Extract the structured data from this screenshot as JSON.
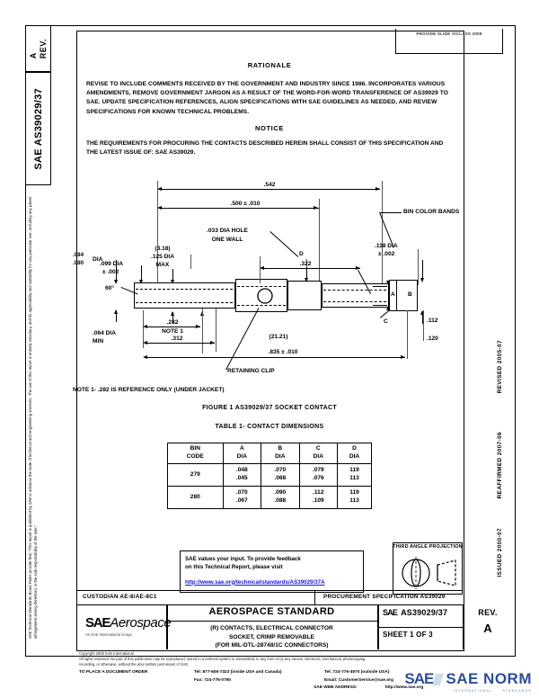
{
  "document": {
    "rev_label": "REV.",
    "rev_value": "A",
    "doc_number_side": "SAE AS39029/37",
    "header_note": "PROVIDE SLIDE VICLASS 2009",
    "left_legal": "SAE Technical Standards Board Rules provide that: “This report is published by SAE to advance the state of technical and engineering sciences. The use of this report is entirely voluntary, and its applicability and suitability for any particular use, including any patent infringement arising therefrom, is the sole responsibility of the user.”",
    "dates": [
      "ISSUED 2000-07",
      "REAFFIRMED 2007-06",
      "REVISED 2005-07"
    ]
  },
  "rationale": {
    "title": "RATIONALE",
    "body": "REVISE TO INCLUDE COMMENTS RECEIVED BY THE GOVERNMENT AND INDUSTRY SINCE 1986. INCORPORATES VARIOUS AMENDMENTS, REMOVE GOVERNMENT JARGON AS A RESULT OF THE WORD-FOR-WORD TRANSFERENCE OF AS39029 TO SAE. UPDATE SPECIFICATION REFERENCES, ALIGN SPECIFICATIONS WITH SAE GUIDELINES AS NEEDED, AND REVIEW SPECIFICATIONS FOR KNOWN TECHNICAL PROBLEMS."
  },
  "notice": {
    "title": "NOTICE",
    "body": "THE REQUIREMENTS FOR PROCURING THE CONTACTS DESCRIBED HEREIN SHALL CONSIST OF THIS SPECIFICATION AND THE LATEST ISSUE OF: SAE AS39029."
  },
  "drawing": {
    "dims": {
      "overall_542": ".542",
      "len_500": ".500 ± .010",
      "hole": ".033 DIA HOLE",
      "hole2": "ONE WALL",
      "metric_318": "(3.18)",
      "dia_125": ".125 DIA",
      "max": "MAX",
      "dia_099": ".099 DIA",
      "tol_002": "± .002",
      "dia_084": ".084",
      "dia_080": ".080",
      "dia_word": "DIA",
      "angle_60": "60°",
      "dia_064": ".064 DIA",
      "min": "MIN",
      "ref_282": ".282",
      "note1": "NOTE 1",
      "ref_312": ".312",
      "metric_2121": "(21.21)",
      "len_835": ".835 ± .010",
      "len_322": ".322",
      "dia_118": ".118 DIA",
      "tol_118": "± .002",
      "dim_112": ".112",
      "dim_120": ".120",
      "letter_A": "A",
      "letter_B": "B",
      "letter_C": "C",
      "letter_D": "D",
      "color_bands": "BIN COLOR BANDS",
      "retaining_clip": "RETAINING CLIP"
    },
    "note": "NOTE 1- .282 IS REFERENCE ONLY (UNDER JACKET)",
    "figure_caption": "FIGURE 1  AS39029/37 SOCKET CONTACT",
    "table_caption": "TABLE 1- CONTACT DIMENSIONS"
  },
  "table": {
    "headers": [
      {
        "l1": "BIN",
        "l2": "CODE"
      },
      {
        "l1": "A",
        "l2": "DIA"
      },
      {
        "l1": "B",
        "l2": "DIA"
      },
      {
        "l1": "C",
        "l2": "DIA"
      },
      {
        "l1": "D",
        "l2": "DIA"
      }
    ],
    "rows": [
      {
        "bin": "279",
        "a_hi": ".048",
        "a_lo": ".045",
        "b_hi": ".070",
        "b_lo": ".068",
        "c_hi": ".079",
        "c_lo": ".076",
        "d_hi": "119",
        "d_lo": "113"
      },
      {
        "bin": "280",
        "a_hi": ".070",
        "a_lo": ".067",
        "b_hi": ".090",
        "b_lo": ".088",
        "c_hi": ".112",
        "c_lo": ".109",
        "d_hi": "119",
        "d_lo": "113"
      }
    ]
  },
  "feedback": {
    "line1": "SAE values your input. To provide feedback",
    "line2": "on this Technical Report, please visit",
    "link": "http://www.sae.org/technical/standards/AS39029/37A"
  },
  "projection": {
    "label": "THIRD ANGLE PROJECTION"
  },
  "footer": {
    "custodian": "CUSTODIAN  AE-8/AE-8C1",
    "proc_spec": "PROCUREMENT SPECIFICATION  AS39029",
    "sae_mark": "SAE",
    "sae_aerospace": "Aerospace",
    "sae_sub": "An SAE International Group",
    "title": "AEROSPACE STANDARD",
    "sub1": "(R) CONTACTS, ELECTRICAL CONNECTOR",
    "sub2": "SOCKET, CRIMP REMOVABLE",
    "sub3": "(FOR MIL-DTL-28748/1C CONNECTORS)",
    "doc_mark": "SAE",
    "doc_number": "AS39029/37",
    "sheet": "SHEET 1 OF 3",
    "rev_label": "REV.",
    "rev_value": "A"
  },
  "copyright": {
    "line1": "Copyright 2008 SAE International",
    "line2": "All rights reserved. No part of this publication may be reproduced, stored in a retrieval system or transmitted, in any form or by any means, electronic, mechanical, photocopying,",
    "line3": "recording, or otherwise, without the prior written permission of SAE.",
    "order_label": "TO PLACE A DOCUMENT ORDER",
    "tel1": "Tel: 877-606-7323 (inside USA and Canada)",
    "tel2": "Tel: 724-776-4970 (outside USA)",
    "fax": "Fax: 724-776-0790",
    "email": "Email: CustomerService@sae.org",
    "web_label": "SAE WEB ADDRESS:",
    "web": "http://www.sae.org"
  },
  "watermark": {
    "mark": "SAE",
    "name": "SAE NORM",
    "sub_left": "INTERNATIONAL",
    "sub_right": "STANDARDS"
  }
}
